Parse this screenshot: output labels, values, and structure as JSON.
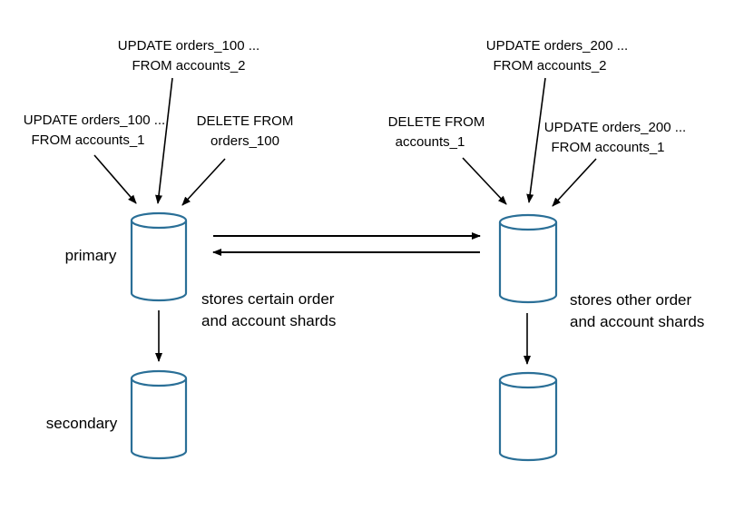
{
  "diagram": {
    "colors": {
      "cylinder_stroke": "#2a6f97",
      "arrow": "#000000",
      "background": "#ffffff",
      "text": "#000000"
    },
    "left": {
      "query_top": [
        "UPDATE orders_100 ...",
        "FROM accounts_2"
      ],
      "query_left": [
        "UPDATE orders_100 ...",
        "FROM accounts_1"
      ],
      "query_right": [
        "DELETE FROM",
        "orders_100"
      ],
      "primary_label": "primary",
      "secondary_label": "secondary",
      "note": [
        "stores certain order",
        "and account shards"
      ]
    },
    "right": {
      "query_top": [
        "UPDATE orders_200 ...",
        "FROM accounts_2"
      ],
      "query_left": [
        "DELETE FROM",
        "accounts_1"
      ],
      "query_right": [
        "UPDATE orders_200 ...",
        "FROM accounts_1"
      ],
      "note": [
        "stores other order",
        "and account shards"
      ]
    }
  }
}
